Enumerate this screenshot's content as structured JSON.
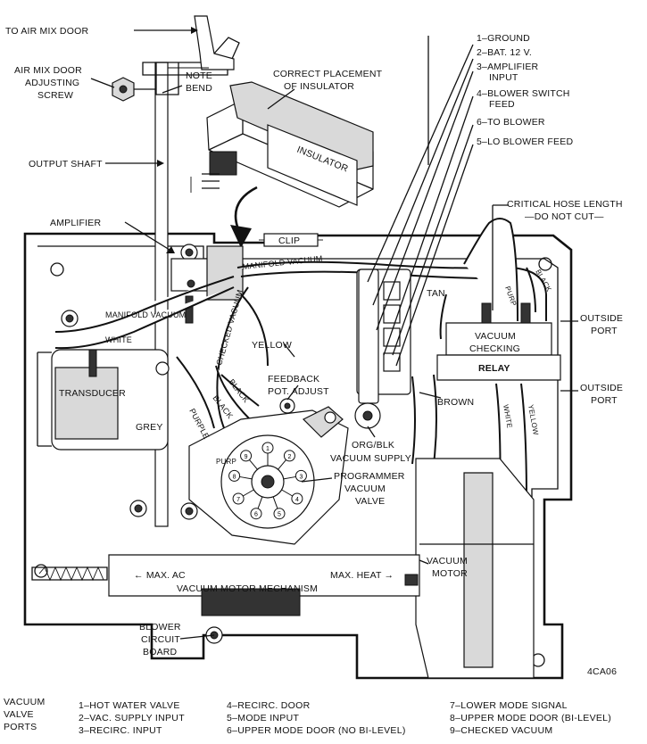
{
  "labels": {
    "to_air_mix_door": "TO AIR MIX DOOR",
    "air_mix_adjust": [
      "AIR MIX DOOR",
      "ADJUSTING",
      "SCREW"
    ],
    "note_bend": [
      "NOTE",
      "BEND"
    ],
    "insulator_placement": [
      "CORRECT PLACEMENT",
      "OF INSULATOR"
    ],
    "insulator": "INSULATOR",
    "output_shaft": "OUTPUT SHAFT",
    "amplifier": "AMPLIFIER",
    "clip": "CLIP",
    "manifold_vacuum_top": "MANIFOLD VACUUM",
    "checked_vacuum": "CHECKED VACUUM",
    "manifold_vacuum_left": "MANIFOLD VACUUM",
    "white_left": "WHITE",
    "yellow_mid": "YELLOW",
    "transducer": "TRANSDUCER",
    "grey": "GREY",
    "feedback_pot": [
      "FEEDBACK",
      "POT. ADJUST"
    ],
    "black1": "BLACK",
    "black2": "BLACK",
    "purple": "PURPLE",
    "purp_small": "PURP",
    "tan": "TAN",
    "brown": "BROWN",
    "org_blk": "ORG/BLK",
    "vacuum_supply": "VACUUM SUPPLY",
    "programmer": [
      "PROGRAMMER",
      "VACUUM",
      "VALVE"
    ],
    "critical_hose": [
      "CRITICAL HOSE LENGTH",
      "—DO NOT CUT—"
    ],
    "purp_right": "PURP",
    "black_right": "BLACK",
    "vacuum_checking": [
      "VACUUM",
      "CHECKING"
    ],
    "relay": "RELAY",
    "outside_port_1": [
      "OUTSIDE",
      "PORT"
    ],
    "outside_port_2": [
      "OUTSIDE",
      "PORT"
    ],
    "white_right": "WHITE",
    "yellow_right": "YELLOW",
    "vacuum_motor": [
      "VACUUM",
      "MOTOR"
    ],
    "max_ac": "← MAX. AC",
    "max_heat": "MAX. HEAT →",
    "vacuum_motor_mechanism": "VACUUM MOTOR MECHANISM",
    "blower_board": [
      "BLOWER",
      "CIRCUIT",
      "BOARD"
    ],
    "fig_code": "4CA06"
  },
  "terminals": [
    "1–GROUND",
    "2–BAT. 12 V.",
    "3–AMPLIFIER",
    "INPUT",
    "4–BLOWER SWITCH",
    "FEED",
    "6–TO BLOWER",
    "5–LO BLOWER FEED"
  ],
  "valve_numbers": [
    "1",
    "2",
    "3",
    "4",
    "5",
    "6",
    "7",
    "8",
    "9"
  ],
  "legend": {
    "title": [
      "VACUUM",
      "VALVE",
      "PORTS"
    ],
    "items": [
      "1–HOT WATER VALVE",
      "2–VAC. SUPPLY INPUT",
      "3–RECIRC. INPUT",
      "4–RECIRC. DOOR",
      "5–MODE INPUT",
      "6–UPPER MODE DOOR (NO BI-LEVEL)",
      "7–LOWER MODE SIGNAL",
      "8–UPPER MODE DOOR (BI-LEVEL)",
      "9–CHECKED VACUUM"
    ]
  }
}
